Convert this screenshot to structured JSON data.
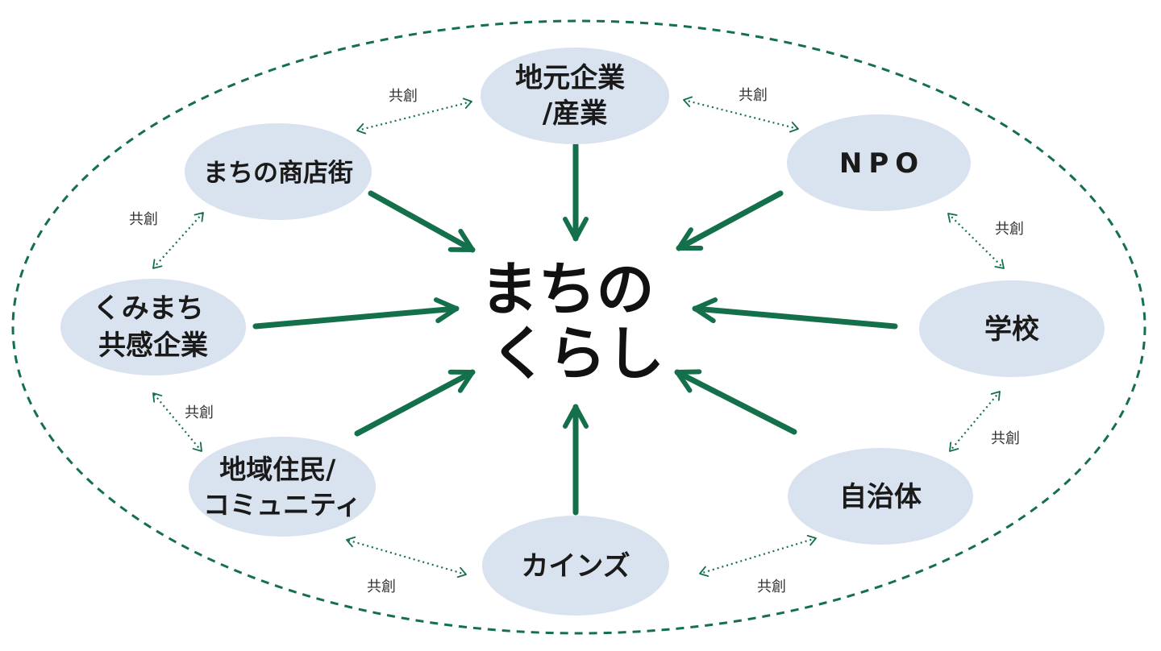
{
  "colors": {
    "node_fill": "#d9e2ef",
    "arrow": "#14704a",
    "outer_boundary": "#14704a",
    "cocreate_arrow": "#14704a"
  },
  "center": {
    "lines": [
      "まちの",
      "くらし"
    ]
  },
  "nodes": {
    "local_business": {
      "lines": [
        "地元企業",
        "/産業"
      ]
    },
    "npo": {
      "lines": [
        "NPO"
      ]
    },
    "school": {
      "lines": [
        "学校"
      ]
    },
    "municipality": {
      "lines": [
        "自治体"
      ]
    },
    "cainz": {
      "lines": [
        "カインズ"
      ]
    },
    "residents": {
      "lines": [
        "地域住民/",
        "コミュニティ"
      ]
    },
    "kumimachi": {
      "lines": [
        "くみまち",
        "共感企業"
      ]
    },
    "shopping_street": {
      "lines": [
        "まちの商店街"
      ]
    }
  },
  "cocreate_label": "共創"
}
